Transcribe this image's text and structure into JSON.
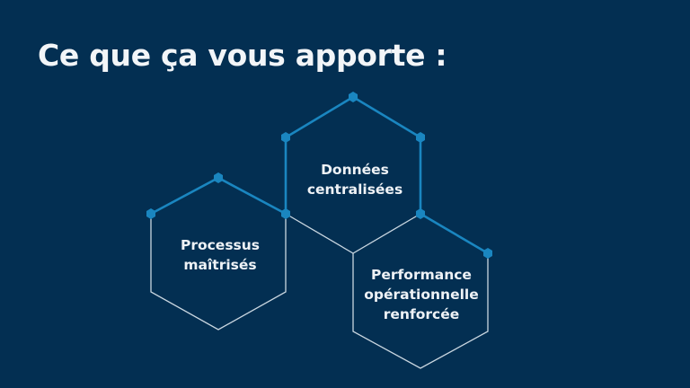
{
  "slide": {
    "title": "Ce que ça vous apporte :",
    "colors": {
      "background": "#032f52",
      "accent": "#1a86c0",
      "outline": "#c9d6e0",
      "text": "#eef2f6"
    },
    "hexagons": [
      {
        "id": "processus",
        "lines": [
          "Processus",
          "maîtrisés"
        ]
      },
      {
        "id": "donnees",
        "lines": [
          "Données",
          "centralisées"
        ]
      },
      {
        "id": "performance",
        "lines": [
          "Performance",
          "opérationnelle",
          "renforcée"
        ]
      }
    ]
  }
}
